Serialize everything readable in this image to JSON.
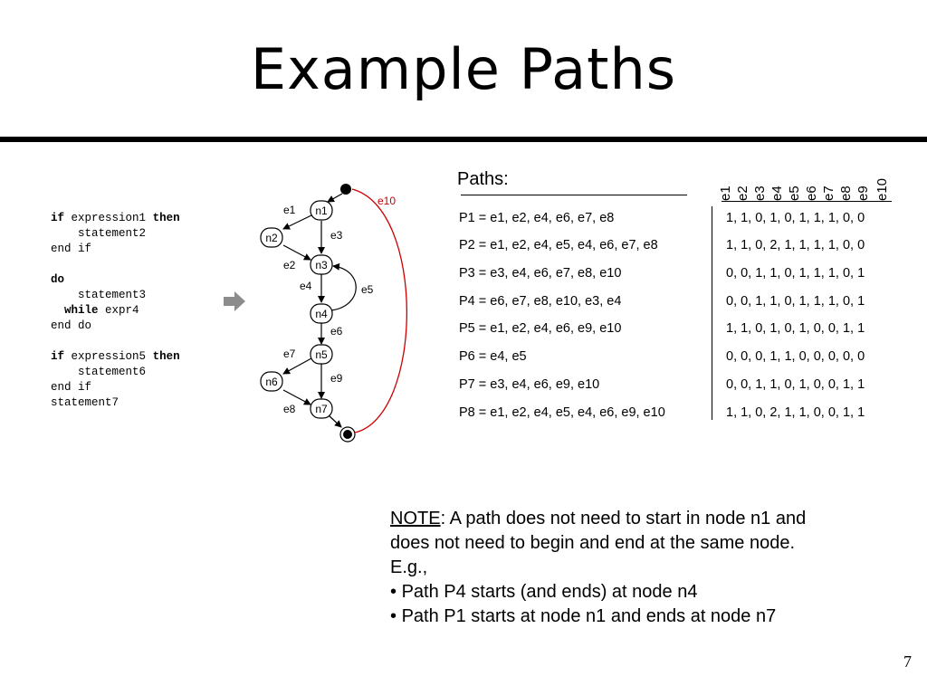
{
  "title": "Example Paths",
  "code": {
    "block1": {
      "if_kw": "if",
      "cond": "expression1",
      "then_kw": "then",
      "stmt": "statement2",
      "end": "end if"
    },
    "block2": {
      "do_kw": "do",
      "stmt": "statement3",
      "while_kw": "while",
      "expr": "expr4",
      "end": "end do"
    },
    "block3": {
      "if_kw": "if",
      "cond": "expression5",
      "then_kw": "then",
      "stmt": "statement6",
      "end": "end if"
    },
    "last": "statement7"
  },
  "graph": {
    "nodes": [
      "n1",
      "n2",
      "n3",
      "n4",
      "n5",
      "n6",
      "n7"
    ],
    "edges": [
      "e1",
      "e2",
      "e3",
      "e4",
      "e5",
      "e6",
      "e7",
      "e8",
      "e9",
      "e10"
    ],
    "highlight_color": "#cc0000"
  },
  "paths_label": "Paths:",
  "edge_headers": [
    "e1",
    "e2",
    "e3",
    "e4",
    "e5",
    "e6",
    "e7",
    "e8",
    "e9",
    "e10"
  ],
  "paths": [
    {
      "name": "P1 = e1, e2, e4, e6, e7, e8",
      "vector": "1, 1, 0, 1, 0, 1, 1, 1, 0, 0"
    },
    {
      "name": "P2 = e1, e2, e4, e5, e4, e6, e7, e8",
      "vector": "1, 1, 0, 2, 1, 1, 1, 1, 0, 0"
    },
    {
      "name": "P3 = e3, e4, e6, e7, e8, e10",
      "vector": "0, 0, 1, 1, 0, 1, 1, 1, 0, 1"
    },
    {
      "name": "P4 = e6, e7, e8, e10, e3, e4",
      "vector": "0, 0, 1, 1, 0, 1, 1, 1, 0, 1"
    },
    {
      "name": "P5 = e1, e2, e4, e6, e9, e10",
      "vector": "1, 1, 0, 1, 0, 1, 0, 0, 1, 1"
    },
    {
      "name": "P6 = e4, e5",
      "vector": "0, 0, 0, 1, 1, 0, 0, 0, 0, 0"
    },
    {
      "name": "P7 = e3, e4, e6, e9, e10",
      "vector": "0, 0, 1, 1, 0, 1, 0, 0, 1, 1"
    },
    {
      "name": "P8 = e1, e2, e4, e5, e4, e6, e9, e10",
      "vector": "1, 1, 0, 2, 1, 1, 0, 0, 1, 1"
    }
  ],
  "note": {
    "label": "NOTE",
    "line1": ": A path does not need to start in node n1 and",
    "line2": "does not need to begin and end at the same node.",
    "line3": "E.g.,",
    "bullet1": "Path P4 starts (and ends) at node n4",
    "bullet2": "Path P1 starts at node n1 and ends at node n7",
    "bullet_symbol": "•"
  },
  "page_number": "7"
}
